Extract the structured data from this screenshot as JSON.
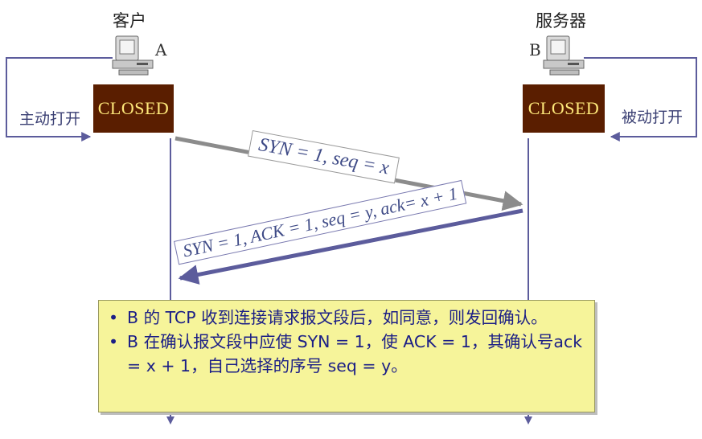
{
  "client": {
    "label": "客户",
    "letter": "A",
    "state": "CLOSED",
    "open": "主动打开"
  },
  "server": {
    "label": "服务器",
    "letter": "B",
    "state": "CLOSED",
    "open": "被动打开"
  },
  "messages": {
    "syn": "SYN = 1, seq = x",
    "synack": "SYN = 1, ACK = 1, seq = y, ack= x + 1"
  },
  "note": {
    "items": [
      "B 的 TCP 收到连接请求报文段后，如同意，则发回确认。",
      "B 在确认报文段中应使 SYN = 1，使 ACK = 1，其确认号ack = x + 1，自己选择的序号 seq = y。"
    ]
  },
  "colors": {
    "state_bg": "#5a1e00",
    "state_text": "#ffe97a",
    "arrow_syn": "#8c8c8c",
    "arrow_synack": "#5c5c9c",
    "timeline": "#5c5c9c",
    "note_bg": "#f6f49a",
    "note_text": "#1b1e86"
  },
  "icons": {
    "host": "computer-icon"
  }
}
